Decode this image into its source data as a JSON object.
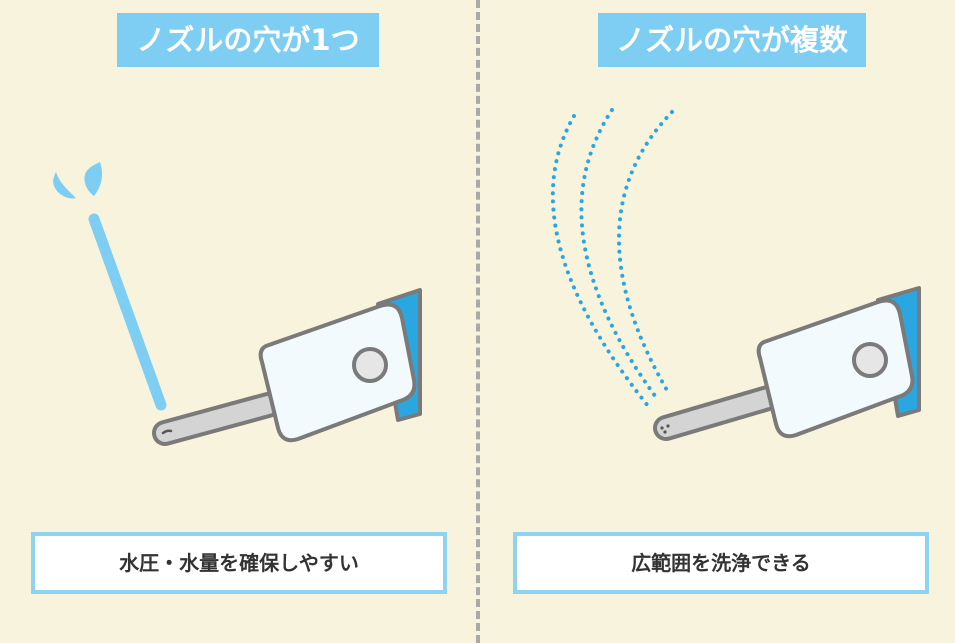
{
  "left_panel": {
    "title": "ノズルの穴が1つ",
    "caption": "水圧・水量を確保しやすい"
  },
  "right_panel": {
    "title": "ノズルの穴が複数",
    "caption": "広範囲を洗浄できる"
  },
  "colors": {
    "background": "#f8f3dc",
    "title_background": "#7ecef4",
    "caption_border": "#8fd3f3",
    "water": "#7ecef4",
    "spray_dots": "#2aa6e0",
    "device_body": "#f2fafd",
    "device_tip": "#2aa6e0",
    "nozzle": "#d4d4d4",
    "outline": "#7a7a7a",
    "divider": "#a9a9a9"
  }
}
